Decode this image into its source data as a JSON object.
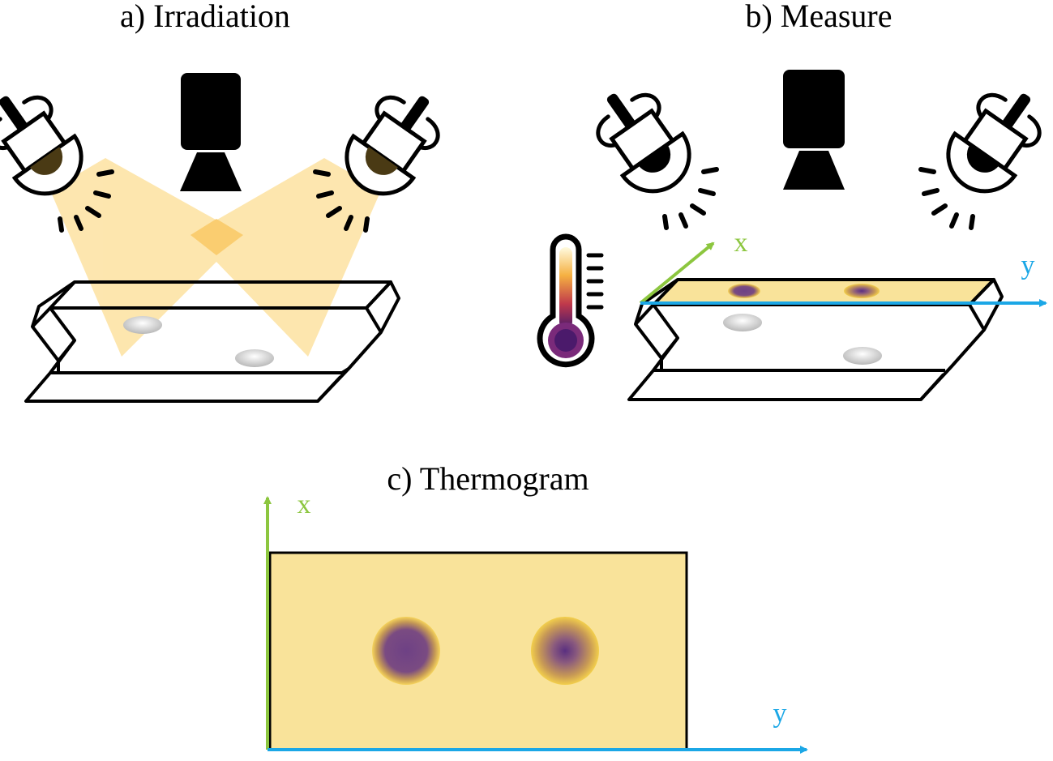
{
  "panels": {
    "a": {
      "title": "a) Irradiation"
    },
    "b": {
      "title": "b) Measure",
      "x_label": "x",
      "y_label": "y"
    },
    "c": {
      "title": "c) Thermogram",
      "x_label": "x",
      "y_label": "y"
    }
  },
  "colors": {
    "light_beam": "#fcd67a",
    "surface": "#f9e39a",
    "axis_x": "#8cc63f",
    "axis_y": "#1ba7e6",
    "hot_spot_core": "#6b3d86",
    "hot_spot_edge": "#f2c232"
  },
  "icons": [
    "spotlight-icon",
    "camera-icon",
    "thermometer-icon"
  ]
}
